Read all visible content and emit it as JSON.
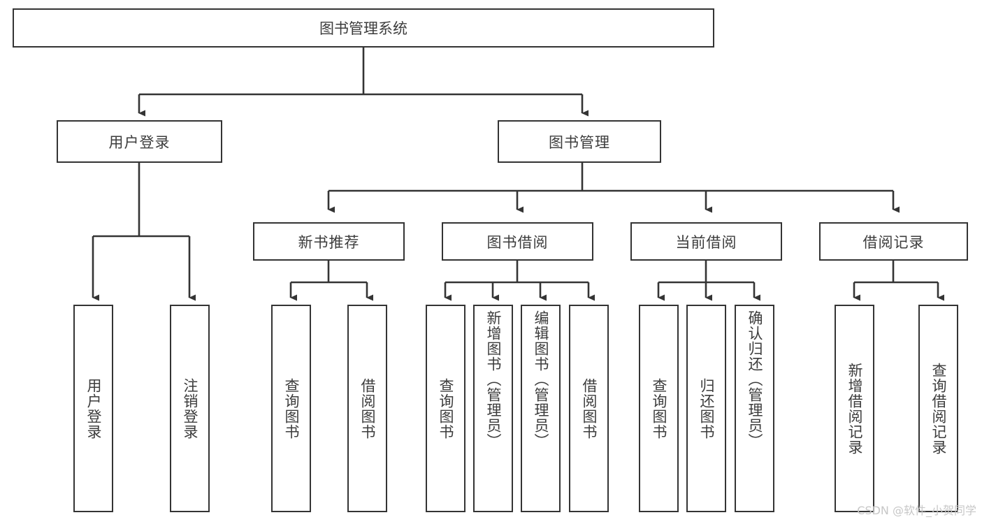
{
  "diagram": {
    "title": "图书管理系统",
    "type": "tree-hierarchy",
    "root": {
      "label": "图书管理系统"
    },
    "level1": [
      {
        "label": "用户登录"
      },
      {
        "label": "图书管理"
      }
    ],
    "level2": [
      {
        "label": "新书推荐"
      },
      {
        "label": "图书借阅"
      },
      {
        "label": "当前借阅"
      },
      {
        "label": "借阅记录"
      }
    ],
    "leaves": {
      "user_login": [
        {
          "label": "用户登录"
        },
        {
          "label": "注销登录"
        }
      ],
      "new_book_recommend": [
        {
          "label": "查询图书"
        },
        {
          "label": "借阅图书"
        }
      ],
      "book_borrow": [
        {
          "label": "查询图书"
        },
        {
          "label": "新增图书（管理员）"
        },
        {
          "label": "编辑图书（管理员）"
        },
        {
          "label": "借阅图书"
        }
      ],
      "current_borrow": [
        {
          "label": "查询图书"
        },
        {
          "label": "归还图书"
        },
        {
          "label": "确认归还（管理员）"
        }
      ],
      "borrow_record": [
        {
          "label": "新增借阅记录"
        },
        {
          "label": "查询借阅记录"
        }
      ]
    }
  },
  "watermark": {
    "text": "CSDN @软件_小贺同学"
  },
  "colors": {
    "stroke": "#343434",
    "text": "#3c3c3c",
    "background": "#ffffff",
    "watermark": "#c7c7c7"
  }
}
